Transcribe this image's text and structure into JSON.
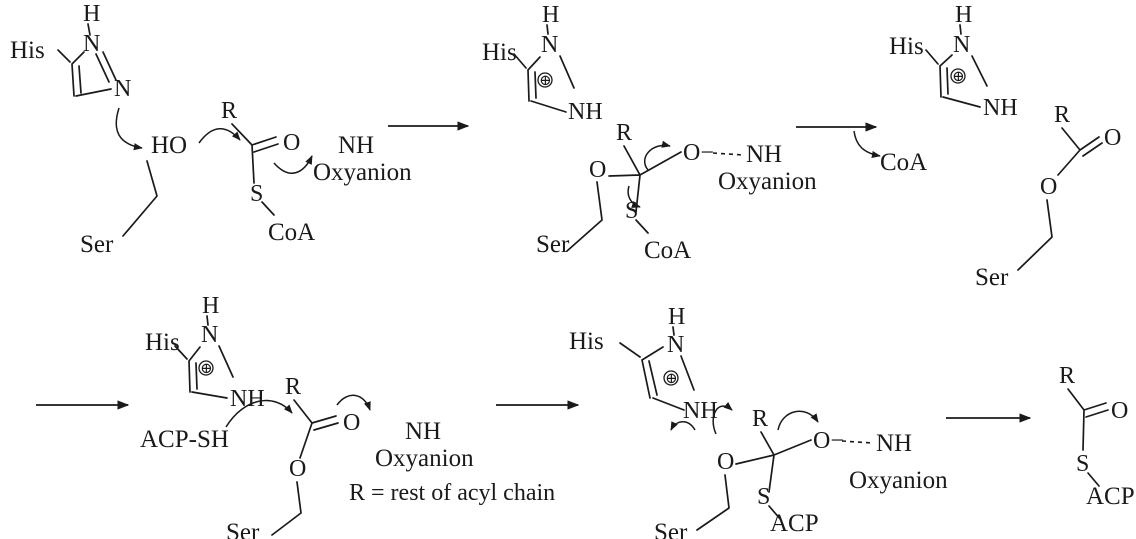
{
  "labels": {
    "his": "His",
    "ser": "Ser",
    "h": "H",
    "n": "N",
    "nh": "NH",
    "ho": "HO",
    "o": "O",
    "o_minus": "O−",
    "r": "R",
    "s": "S",
    "coa": "CoA",
    "acp": "ACP",
    "acp_sh": "ACP-SH",
    "oxyanion": "Oxyanion",
    "plus": "⊕"
  },
  "note": "R = rest of acyl chain"
}
